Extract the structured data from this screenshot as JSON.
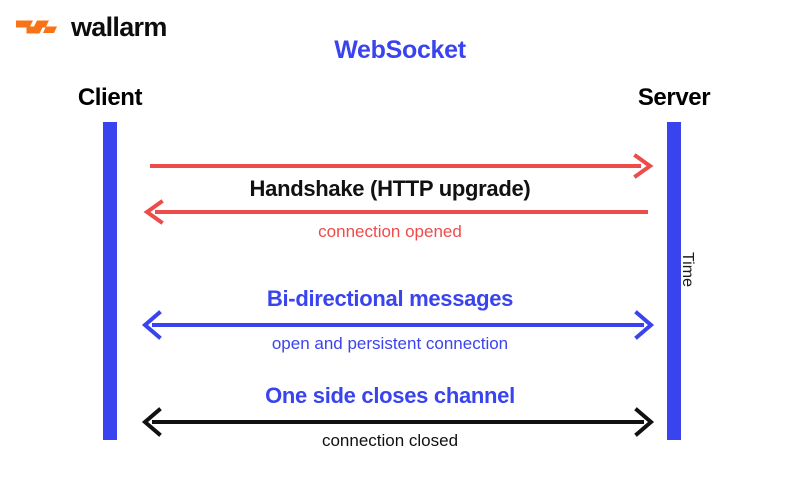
{
  "brand": {
    "name": "wallarm",
    "logo_icon": "wallarm-lightning-logo",
    "logo_color": "#F97316"
  },
  "title": "WebSocket",
  "colors": {
    "accent_blue": "#3A44EE",
    "accent_red": "#EE4B4B",
    "text_black": "#111111",
    "background": "#FFFFFF"
  },
  "lifelines": {
    "client": {
      "label": "Client",
      "bar_color": "#3A44EE"
    },
    "server": {
      "label": "Server",
      "bar_color": "#3A44EE"
    }
  },
  "axis": {
    "time_label": "Time"
  },
  "messages": [
    {
      "id": "handshake",
      "title": "Handshake (HTTP upgrade)",
      "subtitle": "connection opened",
      "title_color": "#111111",
      "subtitle_color": "#EE4B4B",
      "arrow_color": "#EE4B4B",
      "arrows": [
        {
          "direction": "client-to-server",
          "head": "right"
        },
        {
          "direction": "server-to-client",
          "head": "left"
        }
      ]
    },
    {
      "id": "bidirectional",
      "title": "Bi-directional messages",
      "subtitle": "open and persistent connection",
      "title_color": "#3A44EE",
      "subtitle_color": "#3A44EE",
      "arrow_color": "#3A44EE",
      "arrows": [
        {
          "direction": "both",
          "head": "both"
        }
      ]
    },
    {
      "id": "close",
      "title": "One side closes channel",
      "subtitle": "connection closed",
      "title_color": "#3A44EE",
      "subtitle_color": "#111111",
      "arrow_color": "#111111",
      "arrows": [
        {
          "direction": "both",
          "head": "both"
        }
      ]
    }
  ]
}
